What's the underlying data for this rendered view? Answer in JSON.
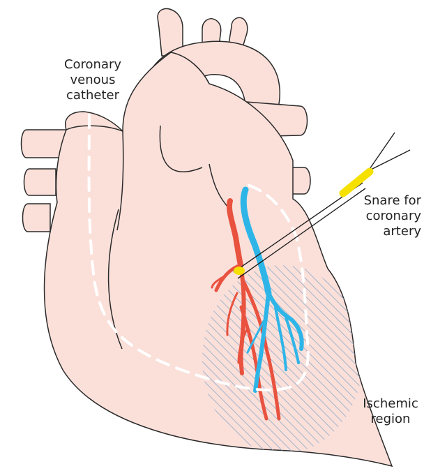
{
  "labels": {
    "catheter": [
      "Coronary",
      "venous",
      "catheter"
    ],
    "snare": [
      "Snare for",
      "coronary",
      "artery"
    ],
    "ischemic": [
      "Ischemic",
      "region"
    ]
  },
  "colors": {
    "heart_fill": "#fbe0da",
    "heart_outline": "#2a2a2a",
    "artery": "#e8523f",
    "vein": "#2eb5e8",
    "catheter": "#ffffff",
    "snare_tube": "#f5e000",
    "ischemic_hatch": "#a9b7cc"
  }
}
